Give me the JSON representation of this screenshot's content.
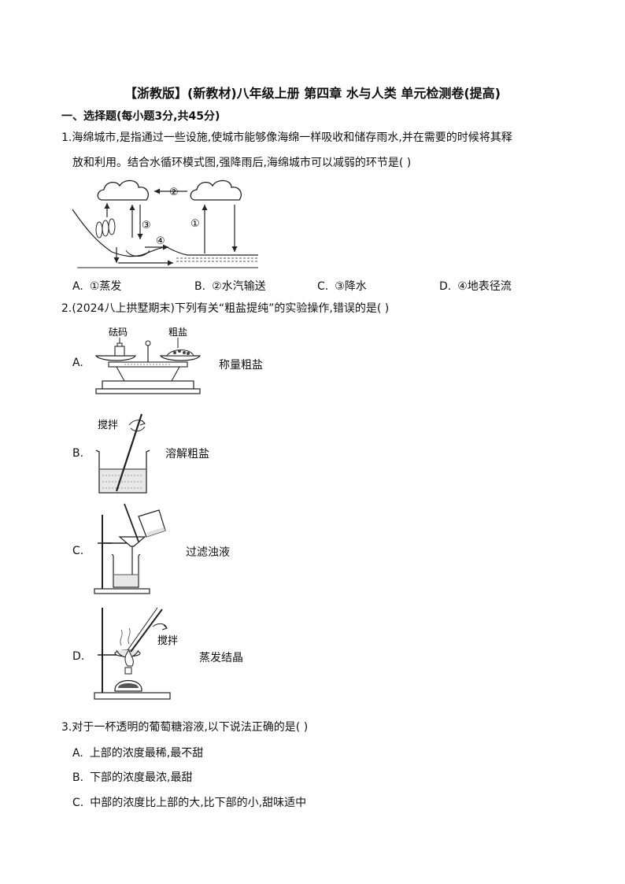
{
  "title": "【浙教版】(新教材)八年级上册 第四章 水与人类 单元检测卷(提高)",
  "section": "一、选择题(每小题3分,共45分)",
  "q1": {
    "line1": "1.海绵城市,是指通过一些设施,使城市能够像海绵一样吸收和储存雨水,并在需要的时候将其释",
    "line2": "放和利用。结合水循环模式图,强降雨后,海绵城市可以减弱的环节是(      )",
    "diagram_labels": {
      "l1": "①",
      "l2": "②",
      "l3": "③",
      "l4": "④"
    },
    "options": [
      {
        "letter": "A.",
        "text": "①蒸发"
      },
      {
        "letter": "B.",
        "text": "②水汽输送"
      },
      {
        "letter": "C.",
        "text": "③降水"
      },
      {
        "letter": "D.",
        "text": "④地表径流"
      }
    ]
  },
  "q2": {
    "stem": "2.(2024八上拱墅期末)下列有关“粗盐提纯”的实验操作,错误的是(      )",
    "options": [
      {
        "letter": "A.",
        "caption": "称量粗盐",
        "labels": [
          "砝码",
          "粗盐"
        ]
      },
      {
        "letter": "B.",
        "caption": "溶解粗盐",
        "labels": [
          "搅拌"
        ]
      },
      {
        "letter": "C.",
        "caption": "过滤浊液",
        "labels": []
      },
      {
        "letter": "D.",
        "caption": "蒸发结晶",
        "labels": [
          "搅拌"
        ]
      }
    ]
  },
  "q3": {
    "stem": "3.对于一杯透明的葡萄糖溶液,以下说法正确的是(      )",
    "options": [
      {
        "letter": "A.",
        "text": "上部的浓度最稀,最不甜"
      },
      {
        "letter": "B.",
        "text": "下部的浓度最浓,最甜"
      },
      {
        "letter": "C.",
        "text": "中部的浓度比上部的大,比下部的小,甜味适中"
      }
    ]
  }
}
